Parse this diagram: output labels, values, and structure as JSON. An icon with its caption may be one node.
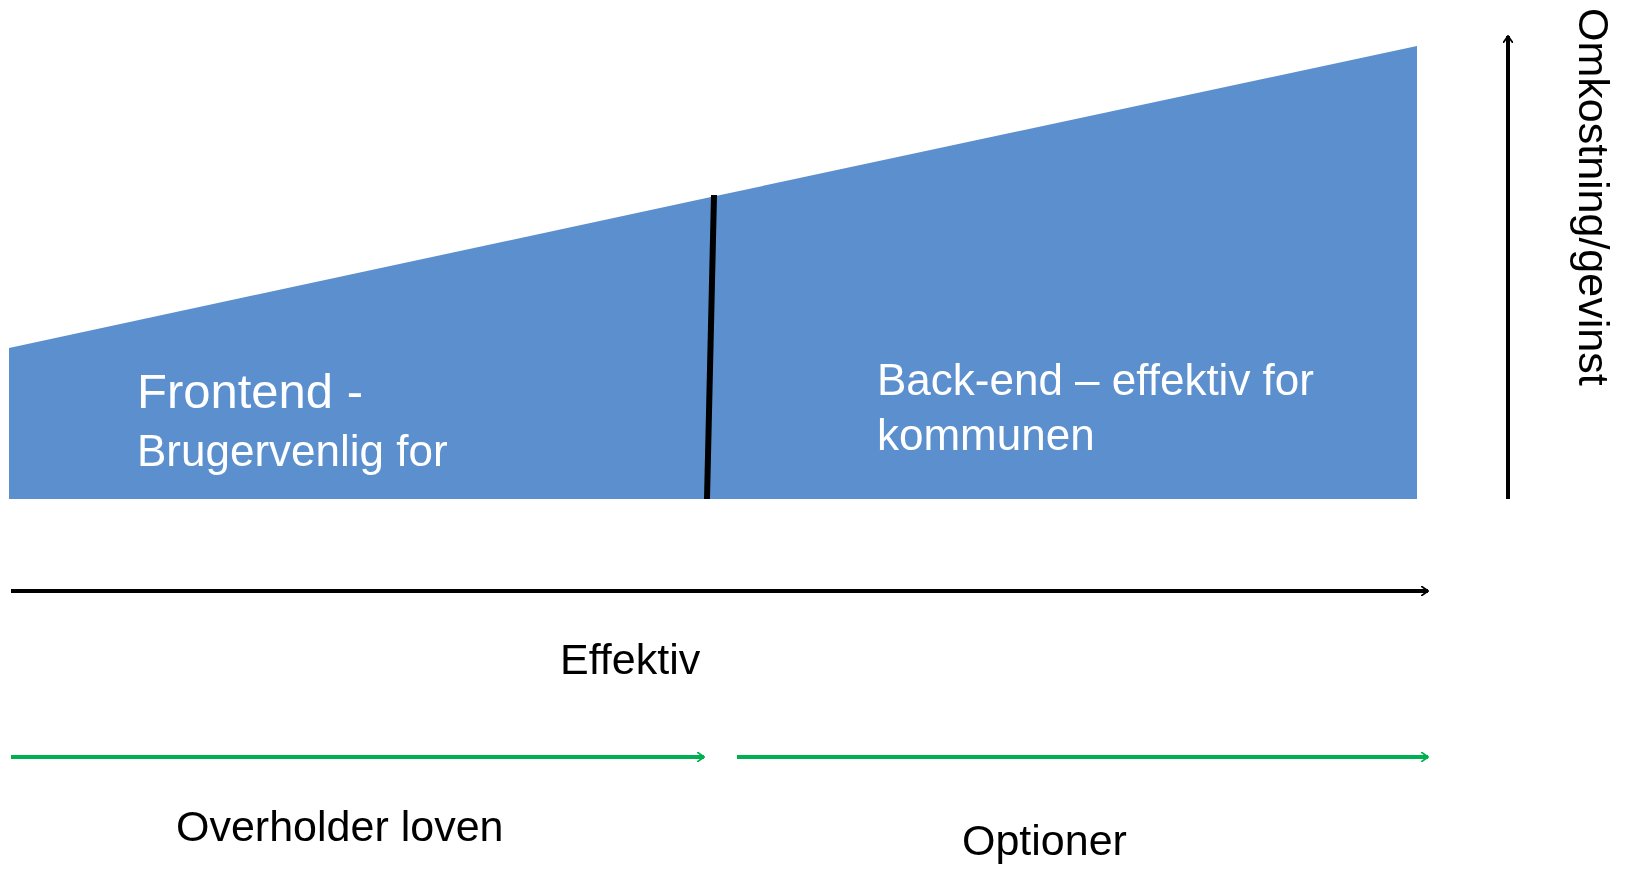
{
  "diagram": {
    "nodes": [
      {
        "text": [
          "Frontend -",
          "Brugervenlig for"
        ]
      },
      {
        "text": [
          "Back-end – effektiv for kommunen"
        ]
      }
    ],
    "labels": [
      "Omkostning/gevinst",
      "Effektiv",
      "Overholder loven",
      "Optioner"
    ]
  }
}
